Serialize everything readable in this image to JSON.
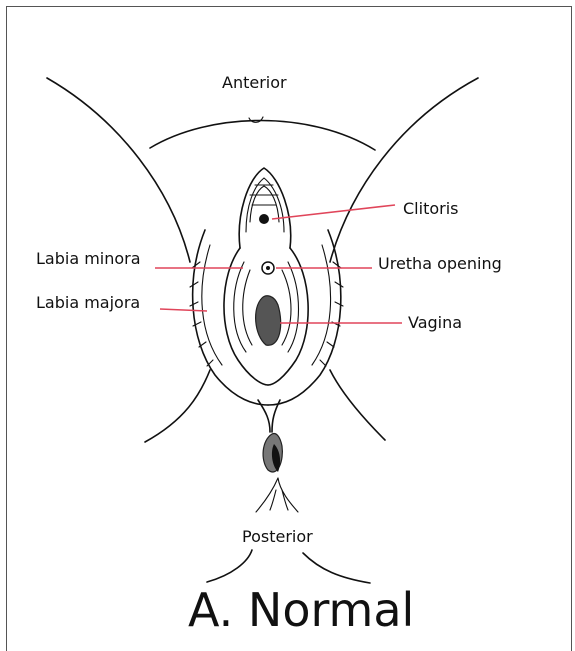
{
  "labels": {
    "anterior": "Anterior",
    "posterior": "Posterior",
    "clitoris": "Clitoris",
    "urethra_opening": "Uretha opening",
    "vagina": "Vagina",
    "labia_minora": "Labia minora",
    "labia_majora": "Labia majora"
  },
  "title": "A. Normal",
  "colors": {
    "leader_line": "#e0455a",
    "ink": "#111111",
    "vaginal_opening": "#555555",
    "anal_shading": "#777777"
  }
}
